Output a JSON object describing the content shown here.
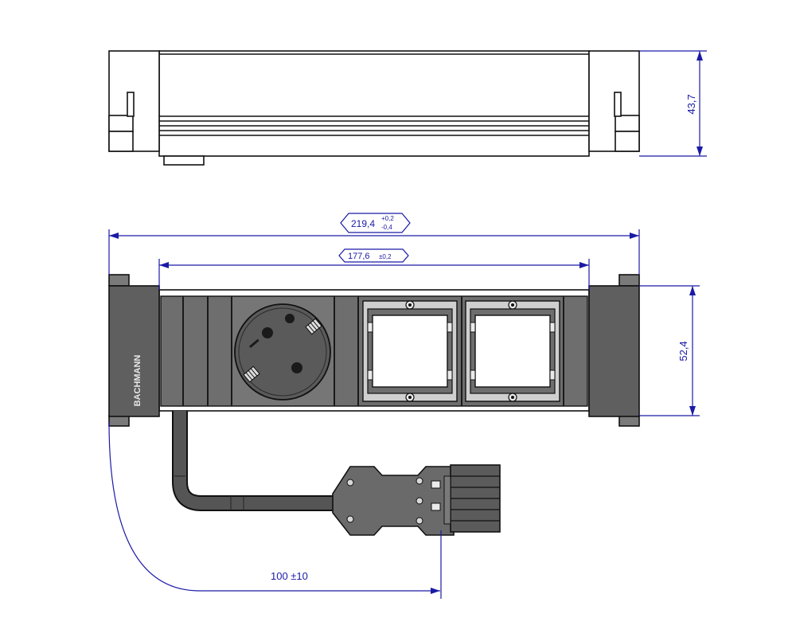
{
  "colors": {
    "dimension": "#1a1aa6",
    "outline": "#111111",
    "body_dark": "#5f5f5f",
    "panel": "#6e6e6e",
    "socket": "#5a5a5a",
    "cable": "#555555"
  },
  "top_view": {
    "height_dim": "43,7"
  },
  "front_view": {
    "overall_width": "219,4",
    "overall_tol_upper": "+0,2",
    "overall_tol_lower": "-0,4",
    "inner_width": "177,6",
    "inner_tol": "±0,2",
    "height_dim": "52,4",
    "cable_length_dim": "100 ±10",
    "brand_mark": "BACHMANN"
  }
}
